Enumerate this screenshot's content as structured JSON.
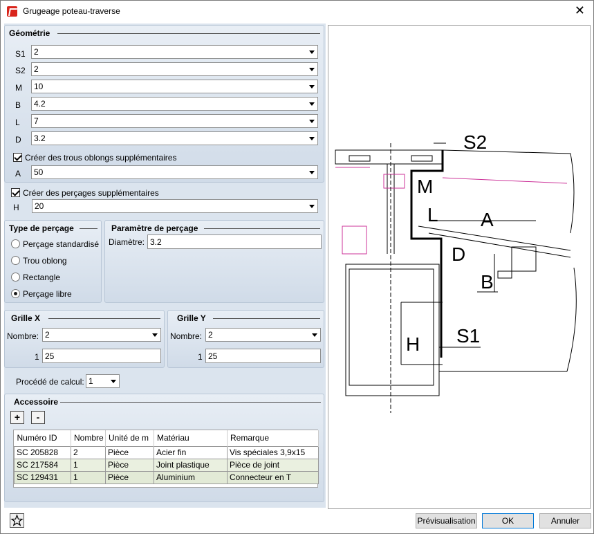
{
  "window": {
    "title": "Grugeage poteau-traverse"
  },
  "geometrie": {
    "title": "Géométrie",
    "fields": [
      {
        "label": "S1",
        "value": "2"
      },
      {
        "label": "S2",
        "value": "2"
      },
      {
        "label": "M",
        "value": "10"
      },
      {
        "label": "B",
        "value": "4.2"
      },
      {
        "label": "L",
        "value": "7"
      },
      {
        "label": "D",
        "value": "3.2"
      }
    ],
    "oblong_check": "Créer des trous oblongs supplémentaires",
    "a_label": "A",
    "a_value": "50"
  },
  "percages": {
    "check": "Créer des perçages supplémentaires",
    "h_label": "H",
    "h_value": "20"
  },
  "type_percage": {
    "title": "Type de perçage",
    "options": [
      "Perçage standardisé",
      "Trou oblong",
      "Rectangle",
      "Perçage libre"
    ],
    "selected": "Perçage libre"
  },
  "parametre": {
    "title": "Paramètre de perçage",
    "diametre_label": "Diamètre:",
    "diametre_value": "3.2"
  },
  "grille_x": {
    "title": "Grille X",
    "nombre_label": "Nombre:",
    "nombre_value": "2",
    "row_label": "1",
    "row_value": "25"
  },
  "grille_y": {
    "title": "Grille Y",
    "nombre_label": "Nombre:",
    "nombre_value": "2",
    "row_label": "1",
    "row_value": "25"
  },
  "calcul": {
    "label": "Procédé de calcul:",
    "value": "1"
  },
  "accessoire": {
    "title": "Accessoire",
    "add": "+",
    "remove": "-",
    "columns": [
      "Numéro ID",
      "Nombre",
      "Unité de m",
      "Matériau",
      "Remarque"
    ],
    "rows": [
      [
        "SC 205828",
        "2",
        "Pièce",
        "Acier fin",
        "Vis spéciales 3,9x15"
      ],
      [
        "SC 217584",
        "1",
        "Pièce",
        "Joint plastique",
        "Pièce de joint"
      ],
      [
        "SC 129431",
        "1",
        "Pièce",
        "Aluminium",
        "Connecteur en T"
      ]
    ]
  },
  "drawing_labels": {
    "s2": "S2",
    "m": "M",
    "l": "L",
    "a": "A",
    "d": "D",
    "b": "B",
    "s1": "S1",
    "h": "H"
  },
  "buttons": {
    "preview": "Prévisualisation",
    "ok": "OK",
    "cancel": "Annuler"
  },
  "icons": {
    "close": "close-icon",
    "favorite": "star-icon",
    "app": "app-icon"
  }
}
